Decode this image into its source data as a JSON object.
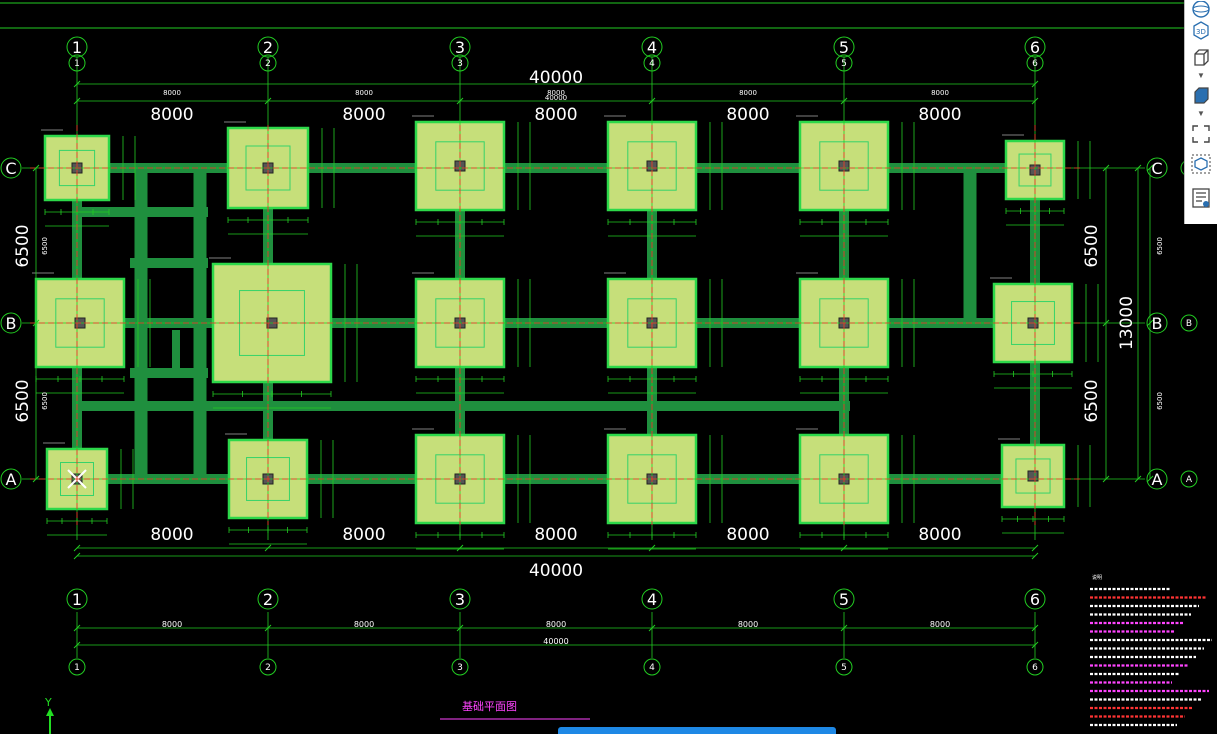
{
  "drawing": {
    "axes_x": [
      "1",
      "2",
      "3",
      "4",
      "5",
      "6"
    ],
    "axes_y": [
      "A",
      "B",
      "C"
    ],
    "span_x": "8000",
    "total_x": "40000",
    "span_y": "6500",
    "total_y": "13000",
    "dim_small_x": "8000",
    "dim_small_total_x": "40000",
    "dim_small_y": "6500",
    "dim_small_total_y": "13000",
    "title": "基础平面图",
    "subtitle": "说明",
    "ucs_y": "Y",
    "colors": {
      "background": "#000000",
      "grid": "#22cc22",
      "beam": "#1f8f3e",
      "footing_fill": "#c6df7a",
      "footing_edge": "#2dd84a",
      "centerline": "#ff2a2a",
      "text": "#ffffff",
      "note_red": "#ff3333",
      "note_magenta": "#ff44ff"
    }
  },
  "toolbar": {
    "items": [
      "orbit-icon",
      "view-3d-icon",
      "view-cube-icon",
      "view-solid-icon",
      "fullscreen-icon",
      "model-icon",
      "properties-icon"
    ]
  }
}
